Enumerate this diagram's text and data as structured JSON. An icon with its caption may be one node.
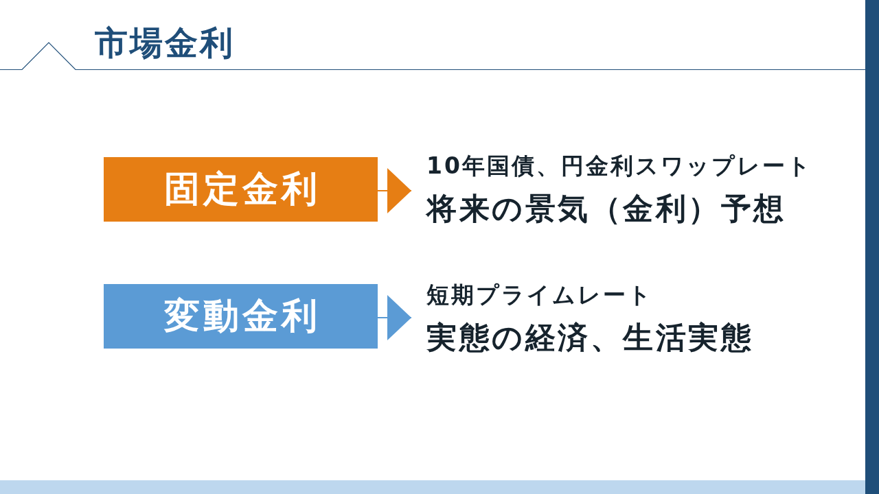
{
  "diagram": {
    "title": "市場金利",
    "nodes": [
      {
        "text": [
          "固定金利"
        ]
      },
      {
        "text": [
          "10年国債、円金利スワップレート",
          "将来の景気（金利）予想"
        ]
      },
      {
        "text": [
          "変動金利"
        ]
      },
      {
        "text": [
          "短期プライムレート",
          "実態の経済、生活実態"
        ]
      }
    ],
    "edges": [
      {
        "from": 0,
        "to": 1,
        "arrow": "to",
        "color": "#e67e14"
      },
      {
        "from": 2,
        "to": 3,
        "arrow": "to",
        "color": "#5b9bd5"
      }
    ]
  }
}
